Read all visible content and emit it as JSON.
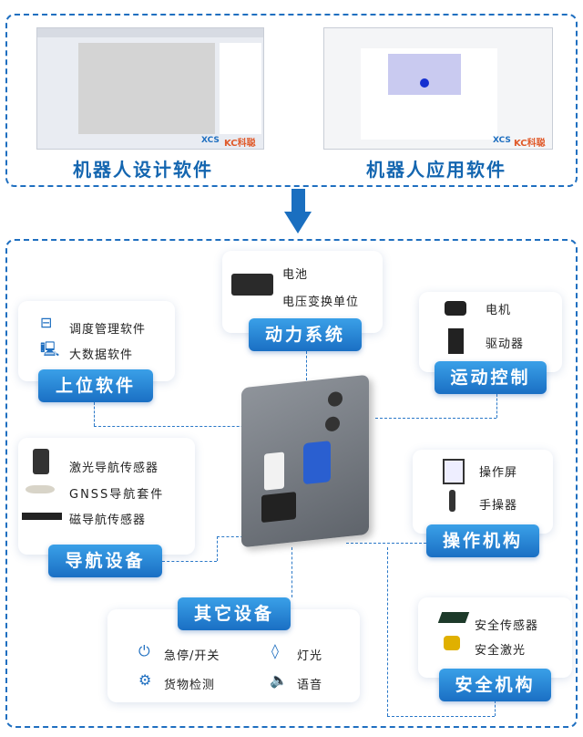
{
  "top": {
    "design_title": "机器人设计软件",
    "app_title": "机器人应用软件",
    "logo_xcs": "XCS",
    "logo_kc": "KC科聪"
  },
  "groups": {
    "upper": {
      "label": "上位软件",
      "items": [
        "调度管理软件",
        "大数据软件"
      ]
    },
    "power": {
      "label": "动力系统",
      "items": [
        "电池",
        "电压变换单位"
      ]
    },
    "motion": {
      "label": "运动控制",
      "items": [
        "电机",
        "驱动器"
      ]
    },
    "nav": {
      "label": "导航设备",
      "items": [
        "激光导航传感器",
        "GNSS导航套件",
        "磁导航传感器"
      ]
    },
    "operate": {
      "label": "操作机构",
      "items": [
        "操作屏",
        "手操器"
      ]
    },
    "other": {
      "label": "其它设备",
      "items": [
        "急停/开关",
        "灯光",
        "货物检测",
        "语音"
      ]
    },
    "safety": {
      "label": "安全机构",
      "items": [
        "安全传感器",
        "安全激光"
      ]
    }
  },
  "colors": {
    "accent": "#1f6fc0"
  }
}
